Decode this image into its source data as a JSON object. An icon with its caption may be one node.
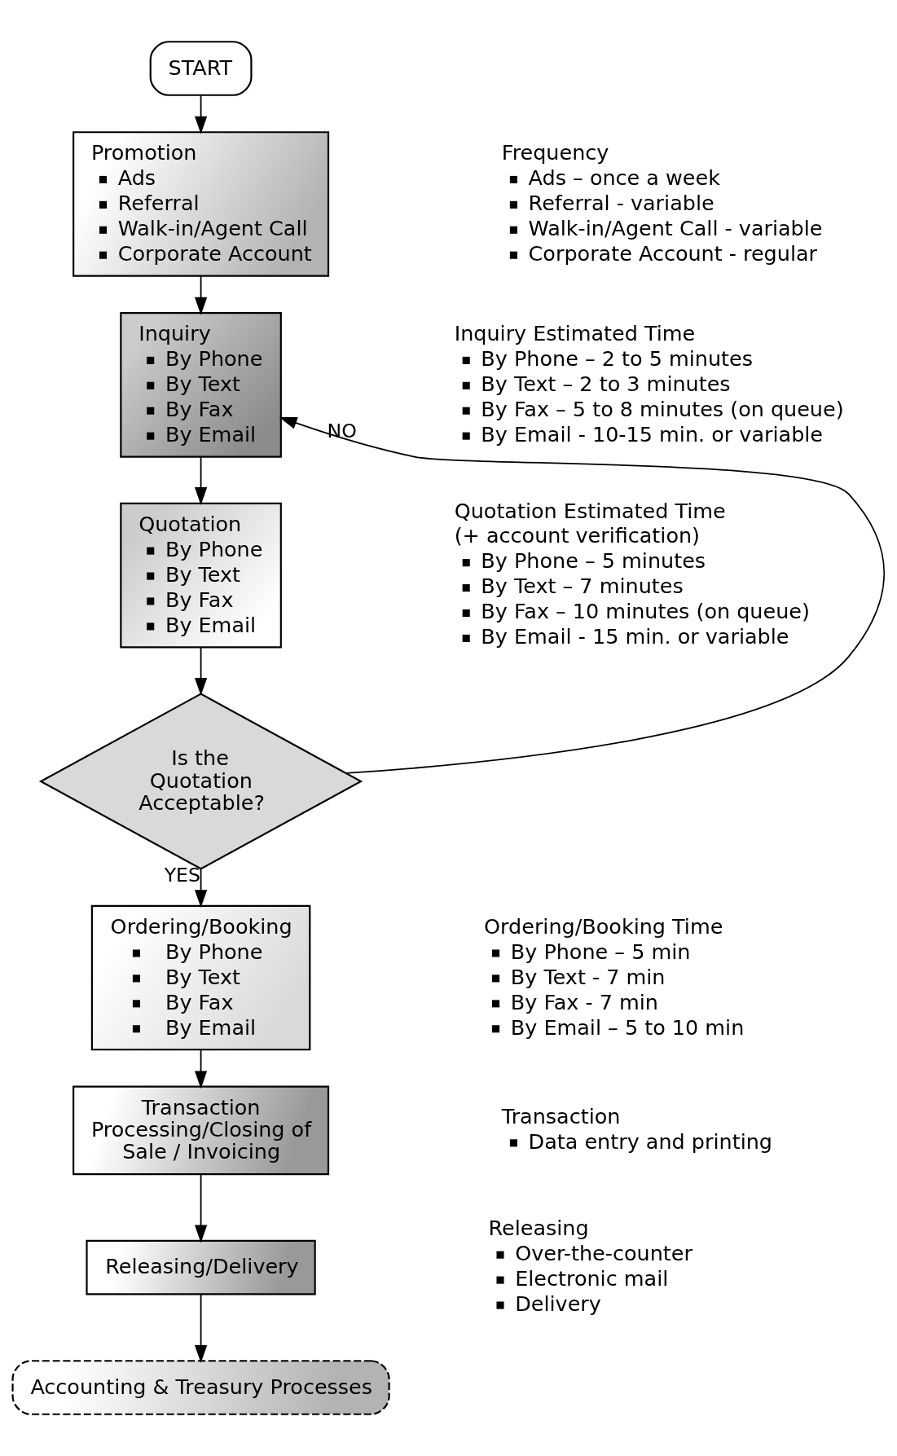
{
  "diagram": {
    "nodes": [
      {
        "text": [
          "START"
        ]
      },
      {
        "text": [
          "Promotion",
          "Ads",
          "Referral",
          "Walk-in/Agent Call",
          "Corporate Account"
        ]
      },
      {
        "text": [
          "Inquiry",
          "By Phone",
          "By Text",
          "By Fax",
          "By Email"
        ]
      },
      {
        "text": [
          "Quotation",
          "By Phone",
          "By Text",
          "By Fax",
          "By Email"
        ]
      },
      {
        "text": [
          "Is the Quotation Acceptable?"
        ]
      },
      {
        "text": [
          "Ordering/Booking",
          "By Phone",
          "By Text",
          "By Fax",
          "By Email"
        ]
      },
      {
        "text": [
          "Transaction Processing/Closing of Sale / Invoicing"
        ]
      },
      {
        "text": [
          "Releasing/Delivery"
        ]
      },
      {
        "text": [
          "Accounting & Treasury Processes"
        ]
      }
    ],
    "edges": [
      {
        "from": 0,
        "to": 1,
        "arrow": "to"
      },
      {
        "from": 1,
        "to": 2,
        "arrow": "to"
      },
      {
        "from": 2,
        "to": 3,
        "arrow": "to"
      },
      {
        "from": 3,
        "to": 4,
        "arrow": "to"
      },
      {
        "from": 4,
        "to": 2,
        "arrow": "to",
        "label": "NO"
      },
      {
        "from": 4,
        "to": 5,
        "arrow": "to",
        "label": "YES"
      },
      {
        "from": 5,
        "to": 6,
        "arrow": "to"
      },
      {
        "from": 6,
        "to": 7,
        "arrow": "to"
      },
      {
        "from": 7,
        "to": 8,
        "arrow": "to"
      }
    ],
    "labels": [
      "Frequency",
      "Ads – once a week",
      "Referral - variable",
      "Walk-in/Agent Call - variable",
      "Corporate Account - regular",
      "Inquiry Estimated Time",
      "By Phone – 2 to 5 minutes",
      "By Text – 2 to 3 minutes",
      "By Fax – 5 to 8 minutes (on queue)",
      "By Email - 10-15 min. or variable",
      "Quotation Estimated Time",
      "(+ account verification)",
      "By Phone – 5 minutes",
      "By Text – 7 minutes",
      "By Fax – 10 minutes (on queue)",
      "By Email - 15 min. or variable",
      "Ordering/Booking Time",
      "By Phone – 5 min",
      "By Text - 7 min",
      "By Fax - 7 min",
      "By Email – 5 to 10 min",
      "Transaction",
      "Data entry and printing",
      "Releasing",
      "Over-the-counter",
      "Electronic mail",
      "Delivery"
    ]
  }
}
